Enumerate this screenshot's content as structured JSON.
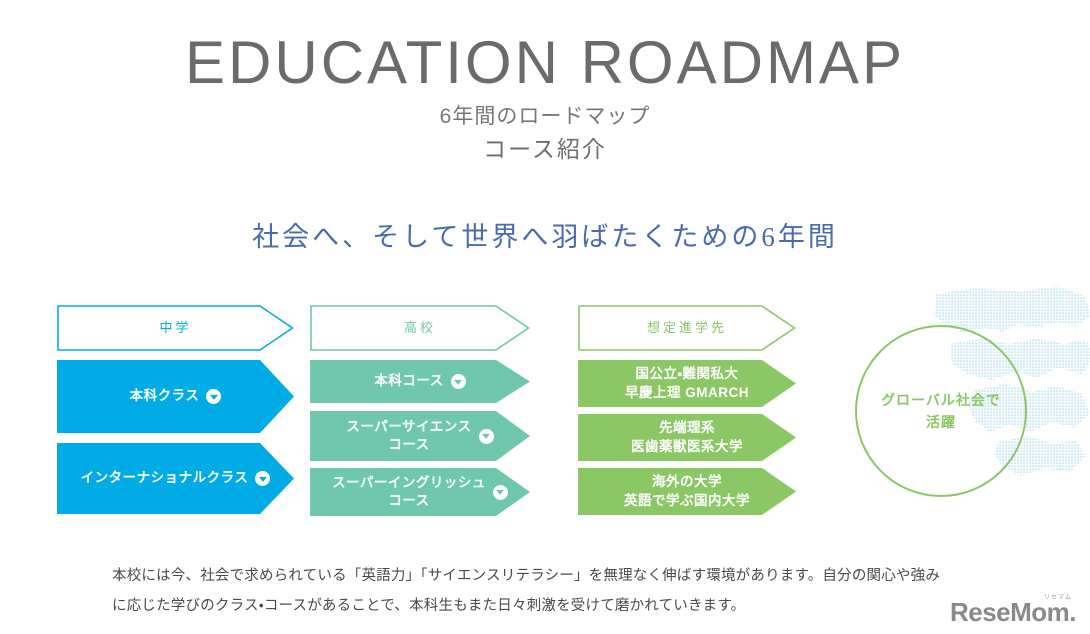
{
  "header": {
    "title": "EDUCATION ROADMAP",
    "subtitle_1": "6年間のロードマップ",
    "subtitle_2": "コース紹介",
    "tagline": "社会へ、そして世界へ羽ばたくための6年間"
  },
  "colors": {
    "blue": "#00ABE6",
    "teal": "#6FC7AE",
    "green": "#8CC766",
    "tagline_blue": "#4a6bb0",
    "title_grey": "#6b6b6b",
    "map_blue": "#bfe4f5"
  },
  "chart_data": {
    "type": "diagram",
    "title": "EDUCATION ROADMAP",
    "columns": [
      {
        "key": "junior-high",
        "header": "中学",
        "color": "#00ABE6",
        "nodes": [
          {
            "lines": [
              "本科クラス"
            ],
            "badge": true
          },
          {
            "lines": [
              "インターナショナルクラス"
            ],
            "badge": true
          }
        ]
      },
      {
        "key": "high-school",
        "header": "高校",
        "color": "#6FC7AE",
        "nodes": [
          {
            "lines": [
              "本科コース"
            ],
            "badge": true
          },
          {
            "lines": [
              "スーパーサイエンス",
              "コース"
            ],
            "badge": true
          },
          {
            "lines": [
              "スーパーイングリッシュ",
              "コース"
            ],
            "badge": true
          }
        ]
      },
      {
        "key": "expected-destination",
        "header": "想定進学先",
        "color": "#8CC766",
        "nodes": [
          {
            "lines": [
              "国公立・難関私大",
              "早慶上理 GMARCH"
            ],
            "badge": false
          },
          {
            "lines": [
              "先端理系",
              "医歯薬獣医系大学"
            ],
            "badge": false
          },
          {
            "lines": [
              "海外の大学",
              "英語で学ぶ国内大学"
            ],
            "badge": false
          }
        ]
      }
    ],
    "goal": {
      "lines": [
        "グローバル社会で",
        "活躍"
      ],
      "color": "#8CC766"
    }
  },
  "footer": {
    "paragraph_line_1": "本校には今、社会で求められている「英語力」「サイエンスリテラシー」を無理なく伸ばす環境があります。自分の関心や強み",
    "paragraph_line_2": "に応じた学びのクラス・コースがあることで、本科生もまた日々刺激を受けて磨かれていきます。",
    "logo_kana": "リセマム",
    "logo_word": "ReseMom."
  }
}
